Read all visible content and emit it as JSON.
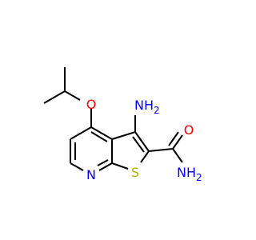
{
  "molecule": {
    "atoms": {
      "o_ether": {
        "text": "O"
      },
      "nh2_amine": {
        "text": "NH"
      },
      "nh2_amine_sub": {
        "text": "2"
      },
      "o_carbonyl": {
        "text": "O"
      },
      "nh2_amide": {
        "text": "NH"
      },
      "nh2_amide_sub": {
        "text": "2"
      },
      "s_ring": {
        "text": "S"
      },
      "n_ring": {
        "text": "N"
      }
    },
    "colors": {
      "bond": "#000000",
      "oxygen": "#ff0000",
      "nitrogen": "#0000ff",
      "sulfur": "#b2b200"
    }
  }
}
